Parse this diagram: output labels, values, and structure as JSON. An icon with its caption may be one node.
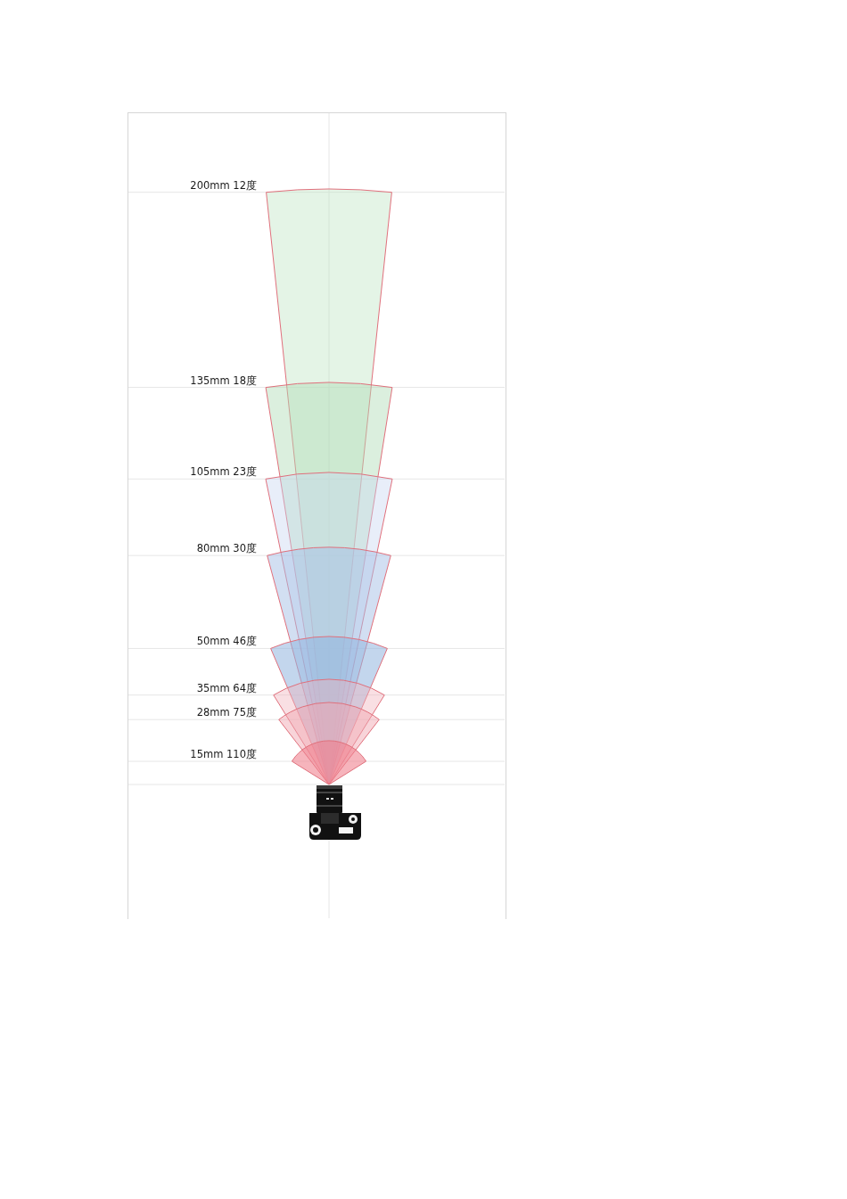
{
  "diagram": {
    "labels": [
      "200mm 12度",
      "135mm 18度",
      "105mm 23度",
      "80mm 30度",
      "50mm 46度",
      "35mm 64度",
      "28mm 75度",
      "15mm 110度"
    ]
  }
}
